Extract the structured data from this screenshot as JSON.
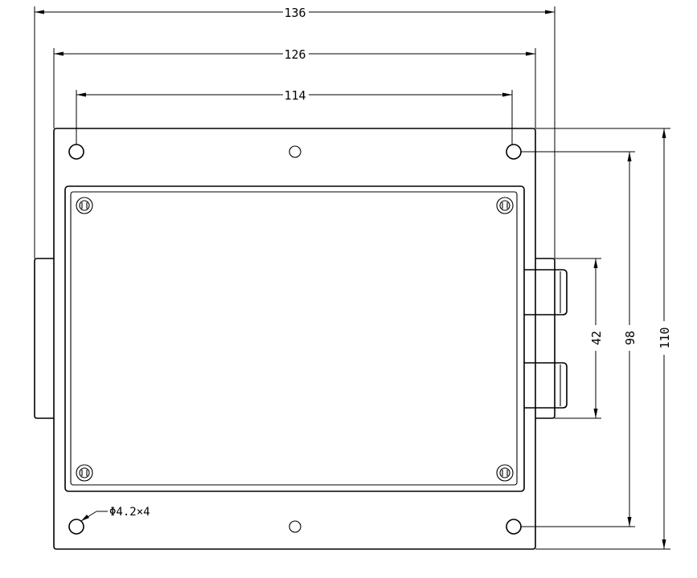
{
  "drawing": {
    "dimensions": {
      "overall_width": "136",
      "flange_width": "126",
      "hole_spacing_x": "114",
      "connector_spacing": "42",
      "hole_spacing_y": "98",
      "overall_height": "110"
    },
    "hole_callout": "Φ4.2×4"
  }
}
